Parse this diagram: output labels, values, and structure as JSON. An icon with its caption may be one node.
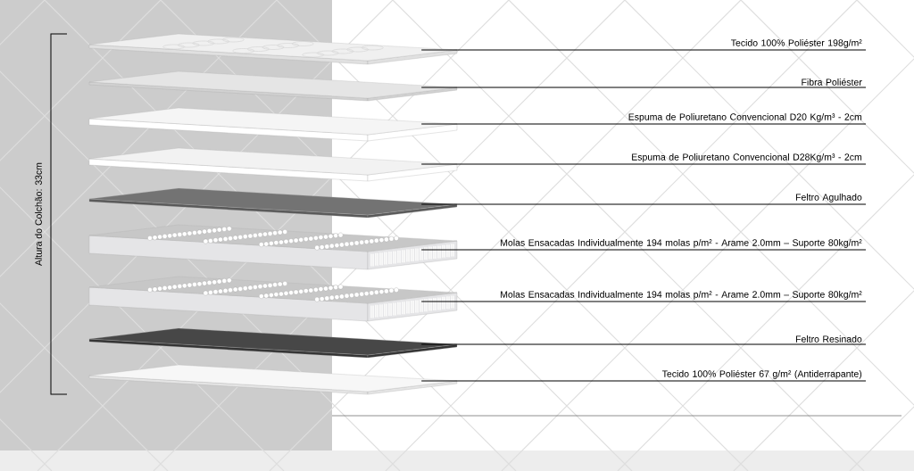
{
  "diagram": {
    "nodes": [
      {
        "text": [
          "Tecido 100% Poliéster 198g/m²"
        ]
      },
      {
        "text": [
          "Fibra Poliéster"
        ]
      },
      {
        "text": [
          "Espuma de Poliuretano Convencional D20 Kg/m³ - 2cm"
        ]
      },
      {
        "text": [
          "Espuma de Poliuretano Convencional D28Kg/m³ - 2cm"
        ]
      },
      {
        "text": [
          "Feltro Agulhado"
        ]
      },
      {
        "text": [
          "Molas Ensacadas Individualmente 194 molas p/m² - Arame 2.0mm – Suporte 80kg/m²"
        ]
      },
      {
        "text": [
          "Molas Ensacadas Individualmente 194 molas p/m² - Arame 2.0mm – Suporte 80kg/m²"
        ]
      },
      {
        "text": [
          "Feltro Resinado"
        ]
      },
      {
        "text": [
          "Tecido 100% Poliéster 67 g/m² (Antiderrapante)"
        ]
      },
      {
        "text": [],
        "shape": "picture"
      },
      {
        "text": [],
        "shape": "picture"
      },
      {
        "text": [],
        "shape": "picture"
      },
      {
        "text": [],
        "shape": "picture"
      },
      {
        "text": [],
        "shape": "picture"
      },
      {
        "text": [],
        "shape": "picture"
      },
      {
        "text": [],
        "shape": "picture"
      },
      {
        "text": [],
        "shape": "picture"
      },
      {
        "text": [],
        "shape": "picture"
      }
    ],
    "edges": [
      {
        "from": 0,
        "to": 9,
        "arrow": "none"
      },
      {
        "from": 1,
        "to": 10,
        "arrow": "none"
      },
      {
        "from": 2,
        "to": 11,
        "arrow": "none"
      },
      {
        "from": 3,
        "to": 12,
        "arrow": "none"
      },
      {
        "from": 4,
        "to": 13,
        "arrow": "none"
      },
      {
        "from": 5,
        "to": 14,
        "arrow": "none"
      },
      {
        "from": 6,
        "to": 15,
        "arrow": "none"
      },
      {
        "from": 7,
        "to": 16,
        "arrow": "none"
      },
      {
        "from": 8,
        "to": 17,
        "arrow": "none"
      }
    ],
    "labels": [
      "Altura do Colchão: 33cm"
    ]
  }
}
